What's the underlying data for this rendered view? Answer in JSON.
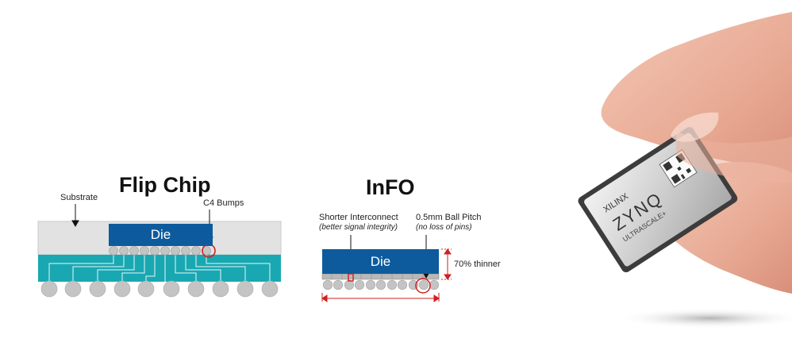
{
  "flip_chip": {
    "title": "Flip Chip",
    "substrate_label": "Substrate",
    "bumps_label": "C4 Bumps",
    "die_label": "Die"
  },
  "info": {
    "title": "InFO",
    "interconnect_label": "Shorter Interconnect",
    "interconnect_note": "(better signal integrity)",
    "pitch_label": "0.5mm Ball Pitch",
    "pitch_note": "(no loss of pins)",
    "die_label": "Die",
    "thinner_label": "70% thinner"
  },
  "chip_photo": {
    "brand": "XILINX",
    "product": "ZYNQ",
    "series": "ULTRASCALE+"
  },
  "colors": {
    "die": "#0d5b9d",
    "substrate": "#e2e2e2",
    "teal": "#19a8b2",
    "ball": "#c4c4c4",
    "highlight": "#d21f1f"
  }
}
